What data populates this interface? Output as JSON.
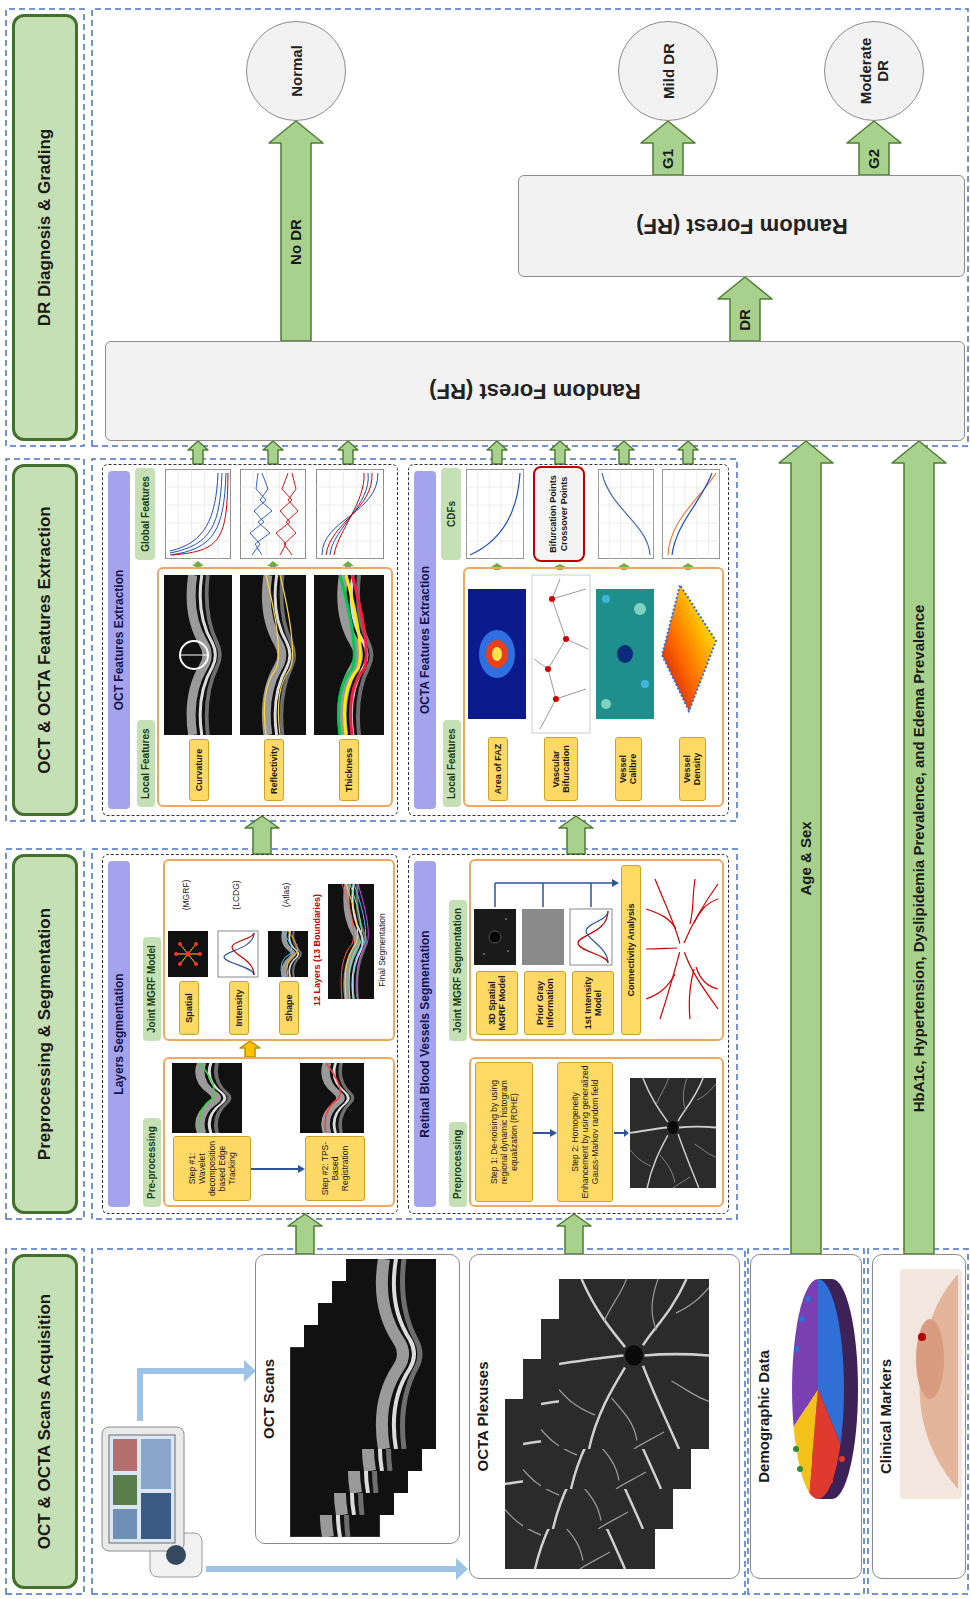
{
  "diagram": {
    "nodes": [
      {
        "text": [
          "OCT & OCTA Scans Acquisition"
        ]
      },
      {
        "text": [
          "Preprocessing & Segmentation"
        ]
      },
      {
        "text": [
          "OCT & OCTA Features Extraction"
        ]
      },
      {
        "text": [
          "DR Diagnosis & Grading"
        ]
      },
      {
        "text": [
          "OCT Scans"
        ]
      },
      {
        "text": [
          "OCTA Plexuses"
        ]
      },
      {
        "text": [
          "Demographic Data"
        ]
      },
      {
        "text": [
          "Clinical Markers"
        ]
      },
      {
        "text": [
          "Layers Segmentation"
        ]
      },
      {
        "text": [
          "Pre-processing"
        ],
        "in": 8
      },
      {
        "text": [
          "Step #1: Wavelet decomposition based Edge Tracking"
        ],
        "in": 9
      },
      {
        "text": [
          "Step #2: TPS-Based Registration"
        ],
        "in": 9
      },
      {
        "text": [
          "Joint MGRF Model"
        ],
        "in": 8
      },
      {
        "text": [
          "Spatial"
        ],
        "in": 12
      },
      {
        "text": [
          "Intensity"
        ],
        "in": 12
      },
      {
        "text": [
          "Shape"
        ],
        "in": 12
      },
      {
        "text": [
          "Retinal Blood Vessels Segmentation"
        ]
      },
      {
        "text": [
          "Preprocessing"
        ],
        "in": 16
      },
      {
        "text": [
          "Step 1: De-noising by using regional dynamic histogram equalization (RDHE)"
        ],
        "in": 17
      },
      {
        "text": [
          "Step 2: Homogeneity Enhancement by using generalized Gauss-Markov random field"
        ],
        "in": 17
      },
      {
        "text": [
          "Joint MGRF Segmentation"
        ],
        "in": 16
      },
      {
        "text": [
          "3D Spatial MGRF Model"
        ],
        "in": 20
      },
      {
        "text": [
          "Prior Gray Information"
        ],
        "in": 20
      },
      {
        "text": [
          "1st Intensity Model"
        ],
        "in": 20
      },
      {
        "text": [
          "Connectivity Analysis"
        ],
        "in": 20
      },
      {
        "text": [
          "OCT Features Extraction"
        ]
      },
      {
        "text": [
          "Local Features"
        ],
        "in": 25
      },
      {
        "text": [
          "Curvature"
        ],
        "in": 26
      },
      {
        "text": [
          "Reflectivity"
        ],
        "in": 26
      },
      {
        "text": [
          "Thickness"
        ],
        "in": 26
      },
      {
        "text": [
          "Global Features"
        ],
        "in": 25
      },
      {
        "text": [
          "OCTA Features Extraction"
        ]
      },
      {
        "text": [
          "Local Features"
        ],
        "in": 31
      },
      {
        "text": [
          "Area of FAZ"
        ],
        "in": 32
      },
      {
        "text": [
          "Vascular Bifurcation"
        ],
        "in": 32
      },
      {
        "text": [
          "Vessel Calibre"
        ],
        "in": 32
      },
      {
        "text": [
          "Vessel Density"
        ],
        "in": 32
      },
      {
        "text": [
          "CDFs"
        ],
        "in": 31
      },
      {
        "text": [
          "Bifurcation Points",
          "Crossover Points"
        ],
        "in": 31
      },
      {
        "text": [
          "Random Forest (RF)"
        ]
      },
      {
        "text": [
          "Random Forest (RF)"
        ]
      },
      {
        "text": [
          "Normal"
        ]
      },
      {
        "text": [
          "Mild DR"
        ]
      },
      {
        "text": [
          "Moderate DR"
        ]
      }
    ],
    "edges": [
      {
        "from": 4,
        "to": 8,
        "arrow": "to"
      },
      {
        "from": 5,
        "to": 16,
        "arrow": "to"
      },
      {
        "from": 8,
        "to": 25,
        "arrow": "to"
      },
      {
        "from": 16,
        "to": 31,
        "arrow": "to"
      },
      {
        "from": 9,
        "to": 12,
        "arrow": "to"
      },
      {
        "from": 10,
        "to": 11,
        "arrow": "to"
      },
      {
        "from": 18,
        "to": 19,
        "arrow": "to"
      },
      {
        "from": 25,
        "to": 39,
        "arrow": "to"
      },
      {
        "from": 25,
        "to": 39,
        "arrow": "to"
      },
      {
        "from": 25,
        "to": 39,
        "arrow": "to"
      },
      {
        "from": 31,
        "to": 39,
        "arrow": "to"
      },
      {
        "from": 31,
        "to": 39,
        "arrow": "to"
      },
      {
        "from": 31,
        "to": 39,
        "arrow": "to"
      },
      {
        "from": 31,
        "to": 39,
        "arrow": "to"
      },
      {
        "from": 6,
        "to": 39,
        "label": "Age & Sex",
        "arrow": "to"
      },
      {
        "from": 7,
        "to": 39,
        "label": "HbA1c, Hypertension, Dyslipidemia Prevalence, and Edema Prevalence",
        "arrow": "to"
      },
      {
        "from": 39,
        "to": 41,
        "label": "No DR",
        "arrow": "to"
      },
      {
        "from": 39,
        "to": 40,
        "label": "DR",
        "arrow": "to"
      },
      {
        "from": 40,
        "to": 42,
        "label": "G1",
        "arrow": "to"
      },
      {
        "from": 40,
        "to": 43,
        "label": "G2",
        "arrow": "to"
      }
    ],
    "labels": [
      "(MGRF)",
      "(LCDG)",
      "(Atlas)",
      "12 Layers (13 Boundaries)",
      "Final Segmentation"
    ]
  }
}
